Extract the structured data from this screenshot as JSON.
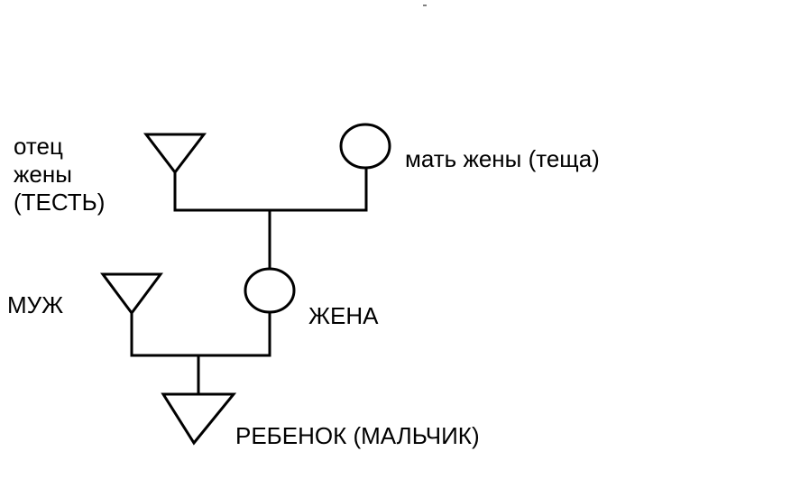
{
  "diagram": {
    "line_color": "#000000",
    "background": "#ffffff",
    "people": {
      "wife_father": {
        "lines": [
          "отец",
          "жены",
          "(ТЕСТЬ)"
        ],
        "shape": "triangle"
      },
      "wife_mother": {
        "label": "мать жены (теща)",
        "shape": "circle"
      },
      "husband": {
        "label": "МУЖ",
        "shape": "triangle"
      },
      "wife": {
        "label": "ЖЕНА",
        "shape": "circle"
      },
      "child": {
        "label": "РЕБЕНОК (МАЛЬЧИК)",
        "shape": "triangle"
      }
    }
  }
}
